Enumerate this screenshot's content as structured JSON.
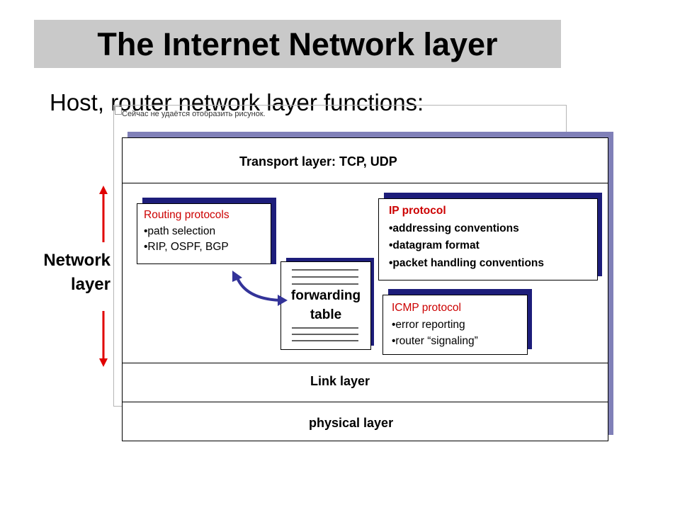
{
  "title": "The Internet Network layer",
  "subtitle": "Host, router network layer functions:",
  "placeholder_label": "Сейчас не удаётся отобразить рисунок.",
  "side_label": [
    "Network",
    "layer"
  ],
  "layers": {
    "transport": "Transport layer: TCP, UDP",
    "link": "Link layer",
    "physical": "physical layer"
  },
  "routing": {
    "title": "Routing protocols",
    "items": [
      "•path selection",
      "•RIP, OSPF, BGP"
    ]
  },
  "ip": {
    "title": "IP protocol",
    "items": [
      "•addressing conventions",
      "•datagram format",
      "•packet handling conventions"
    ]
  },
  "icmp": {
    "title": "ICMP protocol",
    "items": [
      "•error reporting",
      "•router “signaling”"
    ]
  },
  "forwarding": [
    "forwarding",
    "table"
  ],
  "colors": {
    "accent_red": "#cc0000",
    "arrow_red": "#e00000",
    "shadow_blue": "#1d1d7a",
    "curve_blue": "#333399",
    "title_bg": "#c9c9c9"
  }
}
